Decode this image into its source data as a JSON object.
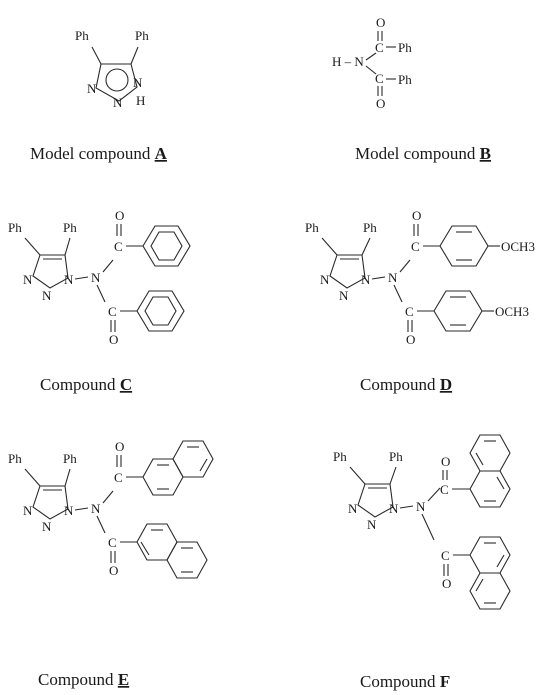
{
  "labels": {
    "ph": "Ph",
    "n": "N",
    "h": "H",
    "o": "O",
    "c": "C",
    "hn": "H – N",
    "och3": "OCH3"
  },
  "captions": {
    "a": {
      "text": "Model compound ",
      "letter": "A"
    },
    "b": {
      "text": "Model compound ",
      "letter": "B"
    },
    "c": {
      "text": "Compound ",
      "letter": "C"
    },
    "d": {
      "text": "Compound ",
      "letter": "D"
    },
    "e": {
      "text": "Compound ",
      "letter": "E"
    },
    "f": {
      "text": "Compound ",
      "letter": "F"
    }
  }
}
